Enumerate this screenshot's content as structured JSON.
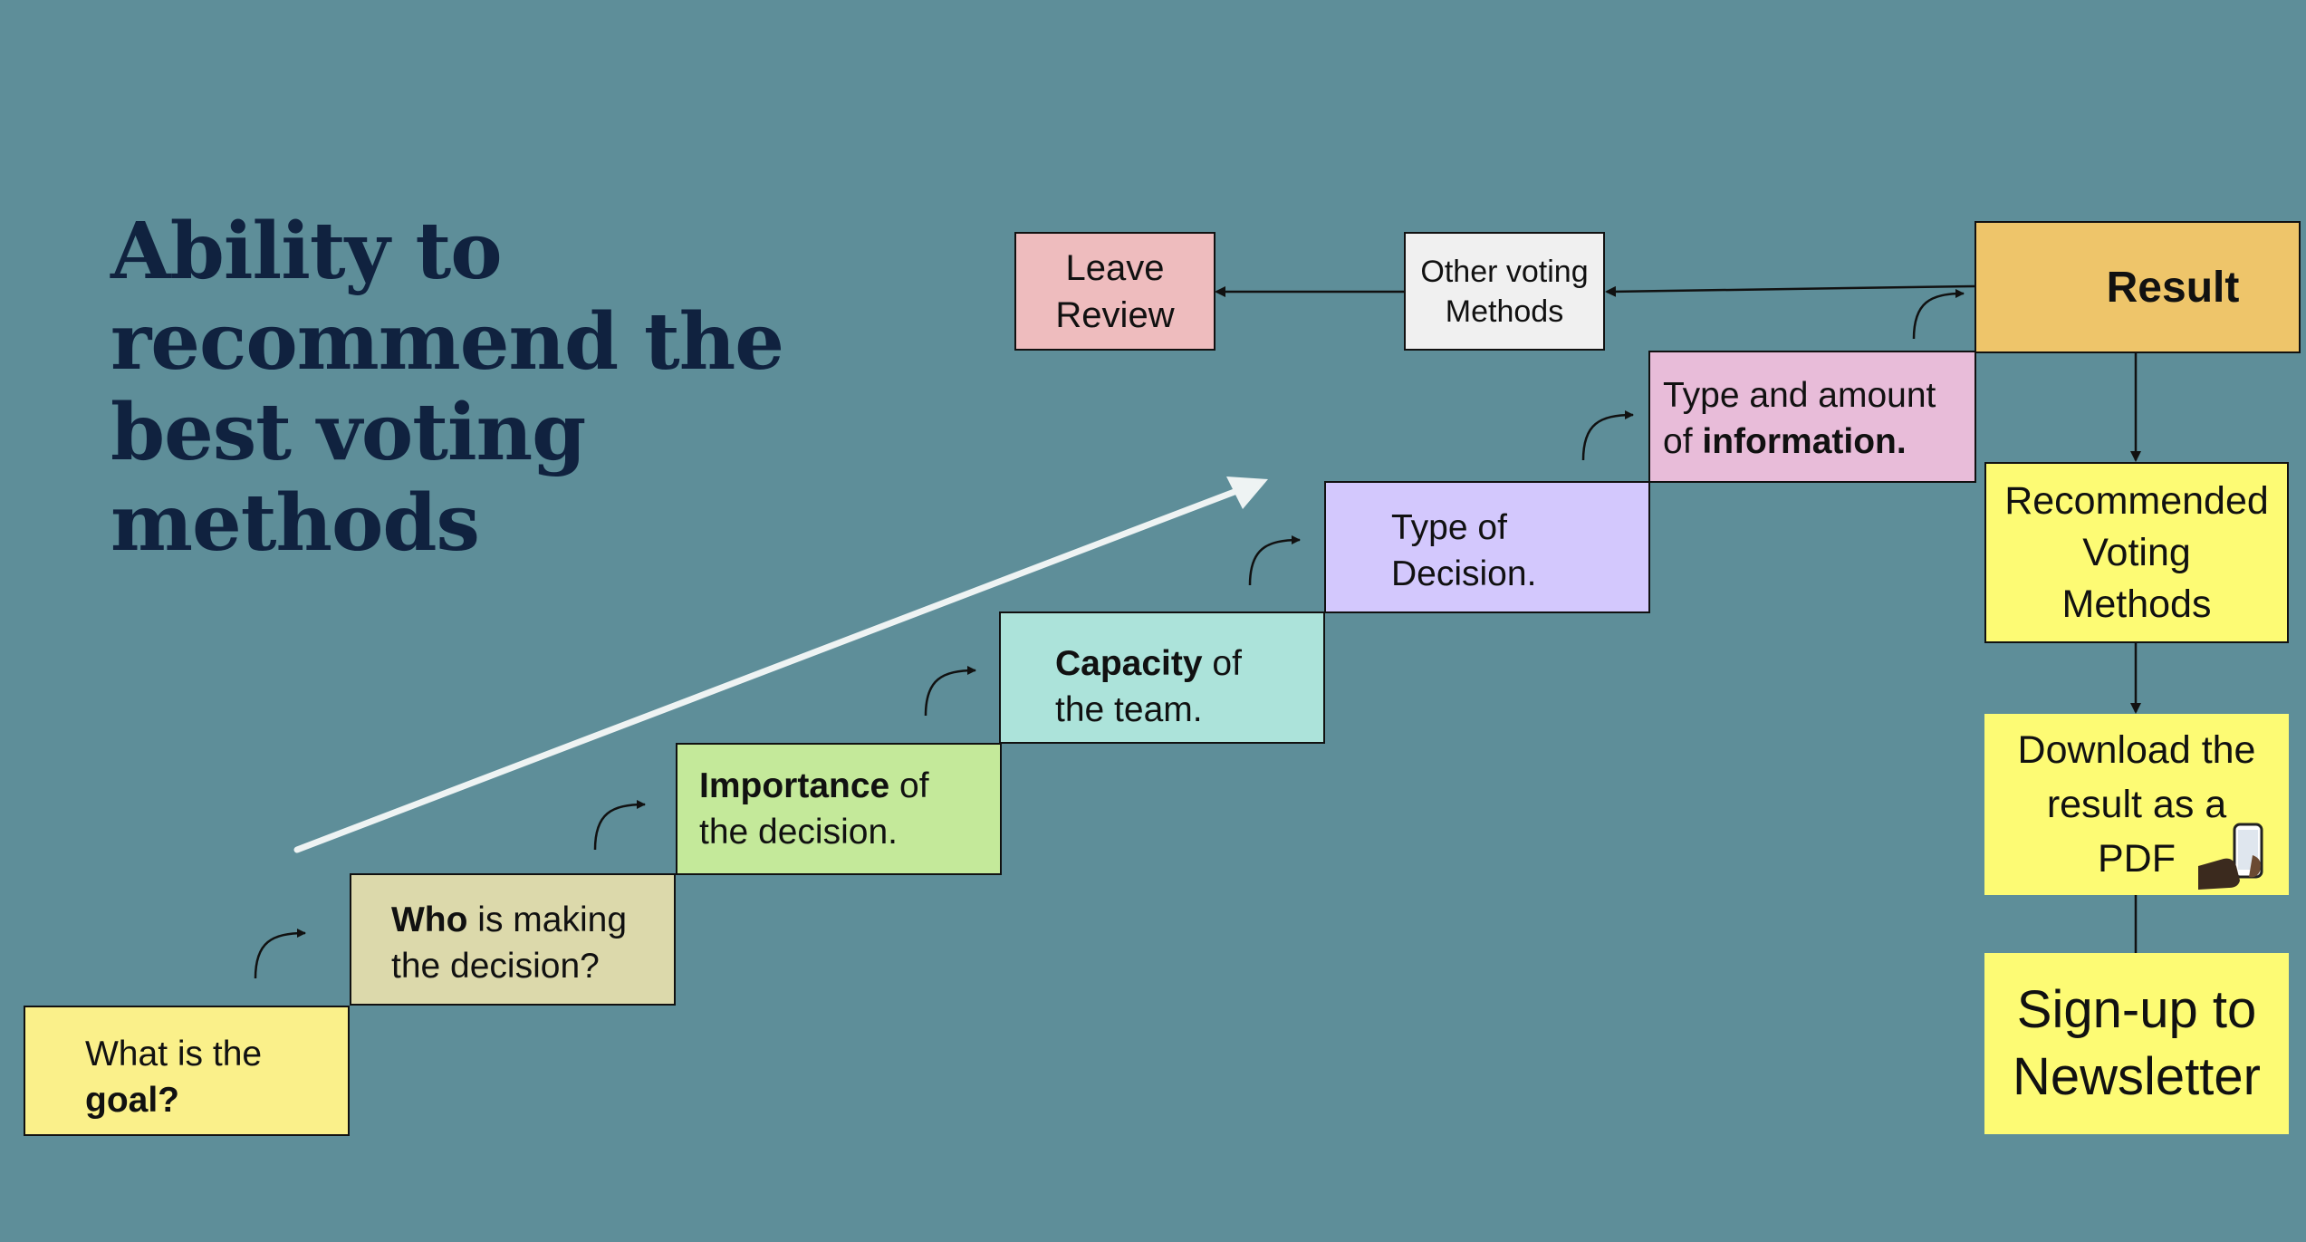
{
  "title": {
    "line1": "Ability to",
    "line2": "recommend the",
    "line3": "best voting methods"
  },
  "steps": {
    "goal": {
      "plain": "What is the",
      "bold": "goal?"
    },
    "who": {
      "bold": "Who",
      "rest1": " is making",
      "line2": "the decision?"
    },
    "importance": {
      "bold": "Importance",
      "rest1": " of",
      "line2": "the decision."
    },
    "capacity": {
      "bold": "Capacity",
      "rest1": " of",
      "line2": "the team."
    },
    "type_decision": {
      "line1": "Type of",
      "line2": "Decision."
    },
    "type_info": {
      "line1": "Type and amount",
      "plain2": "of ",
      "bold2": "information."
    }
  },
  "result": {
    "label": "Result"
  },
  "other_methods": {
    "line1": "Other voting",
    "line2": "Methods"
  },
  "leave_review": {
    "line1": "Leave",
    "line2": "Review"
  },
  "recommended": {
    "line1": "Recommended",
    "line2": "Voting",
    "line3": "Methods"
  },
  "download": {
    "line1": "Download the",
    "line2": "result as a",
    "line3": "PDF"
  },
  "signup": {
    "line1": "Sign-up to",
    "line2": "Newsletter"
  },
  "colors": {
    "background": "#5e8e99",
    "title": "#10223f",
    "goal": "#faf08a",
    "who": "#dcd9ab",
    "importance": "#c4e99a",
    "capacity": "#ace3da",
    "type_decision": "#d3c8fd",
    "type_info": "#e8bcd9",
    "result": "#eec56a",
    "other_methods": "#f0f0f0",
    "leave_review": "#eebcbe",
    "yellow_boxes": "#fdfb74"
  },
  "icons": [
    "curved-arrow-icon",
    "progress-arrow-icon",
    "phone-in-hand-icon"
  ]
}
